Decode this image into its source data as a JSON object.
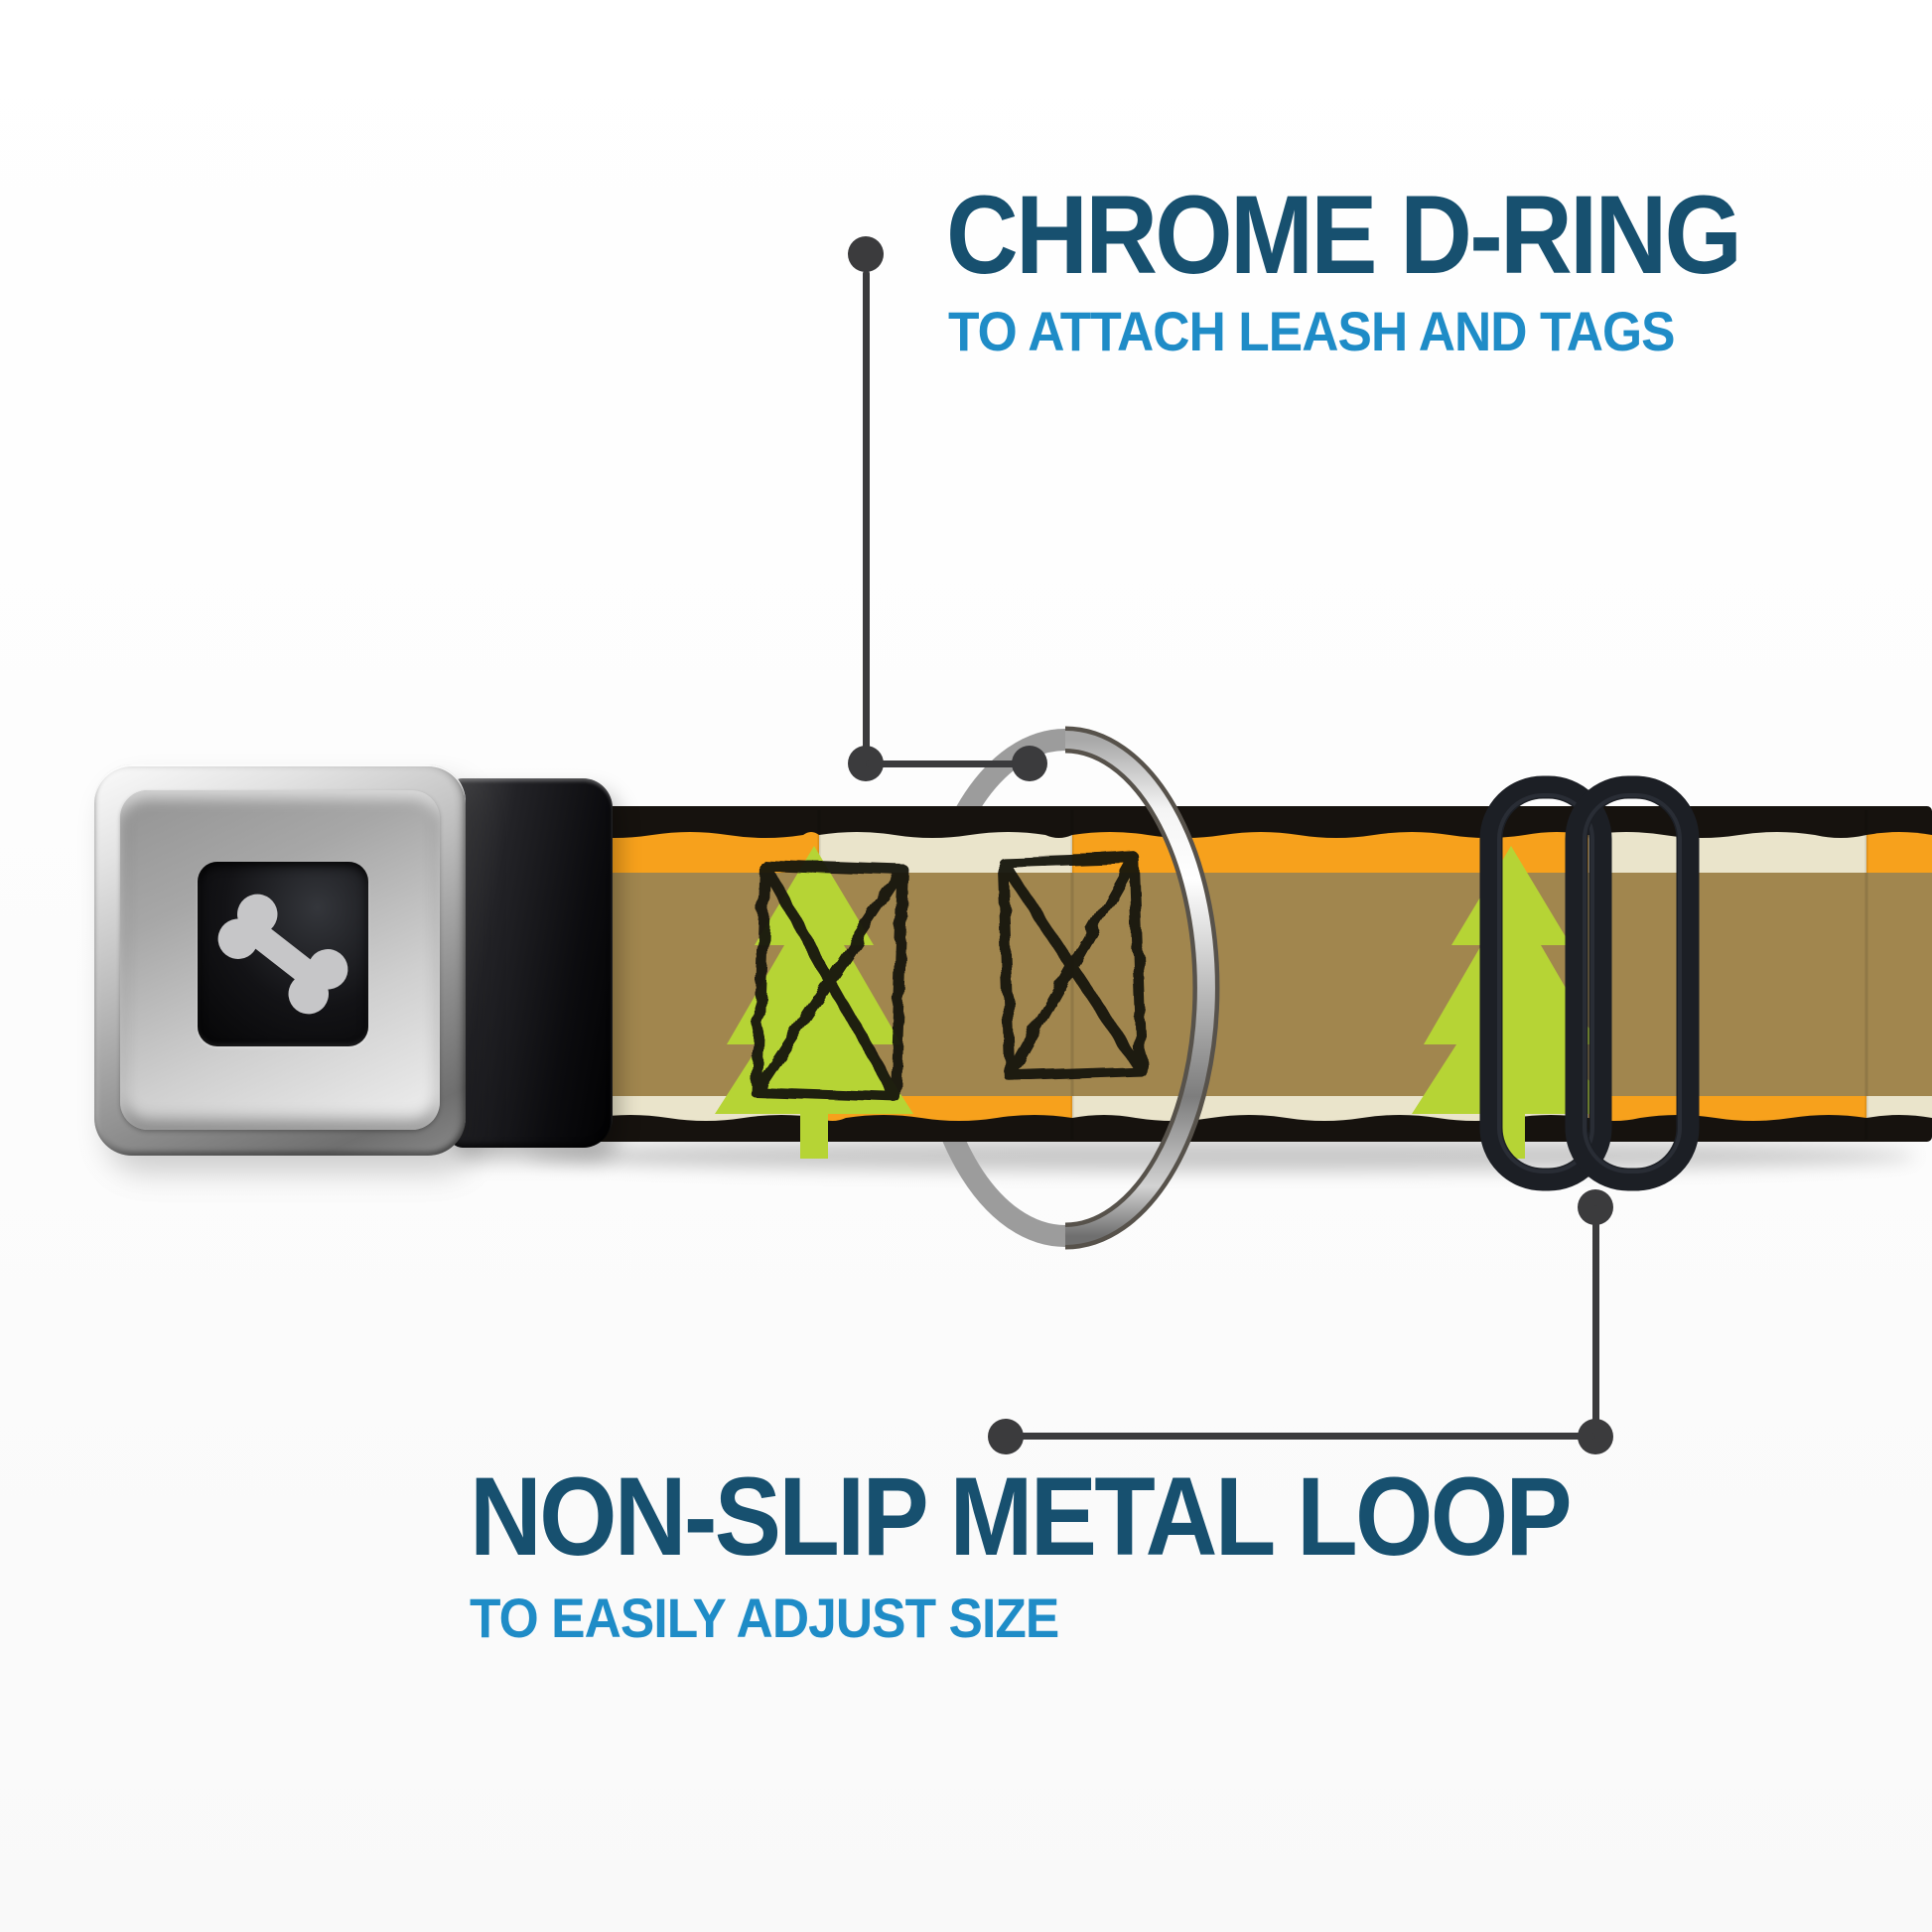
{
  "page": {
    "background": "#ffffff"
  },
  "palette": {
    "title_blue": "#17506f",
    "subtitle_blue": "#1f8cc7",
    "callout_gray": "#3b3b3d",
    "strap_orange": "#f7a11c",
    "strap_cream": "#eae4cb",
    "strap_tan": "#a1864e",
    "tree_green": "#b6d435",
    "strap_black": "#16120e",
    "sketch_black": "#17130d",
    "slider_black": "#1c1f25",
    "slider_highlight": "#343943",
    "ring_dark": "#57524b",
    "ring_back": "#9c9c9c",
    "bone_gray": "#c6c6c8"
  },
  "top_callout": {
    "title": "CHROME D-RING",
    "subtitle": "TO ATTACH LEASH AND TAGS"
  },
  "bottom_callout": {
    "title": "NON-SLIP METAL LOOP",
    "subtitle": "TO EASILY ADJUST SIZE"
  },
  "collar": {
    "buckle_icon": "bone-icon",
    "hardware": [
      "seatbelt-buckle",
      "d-ring",
      "metal-loop-slider"
    ],
    "pattern_icons": [
      "pine-tree-icon",
      "crossed-box-icon"
    ]
  }
}
